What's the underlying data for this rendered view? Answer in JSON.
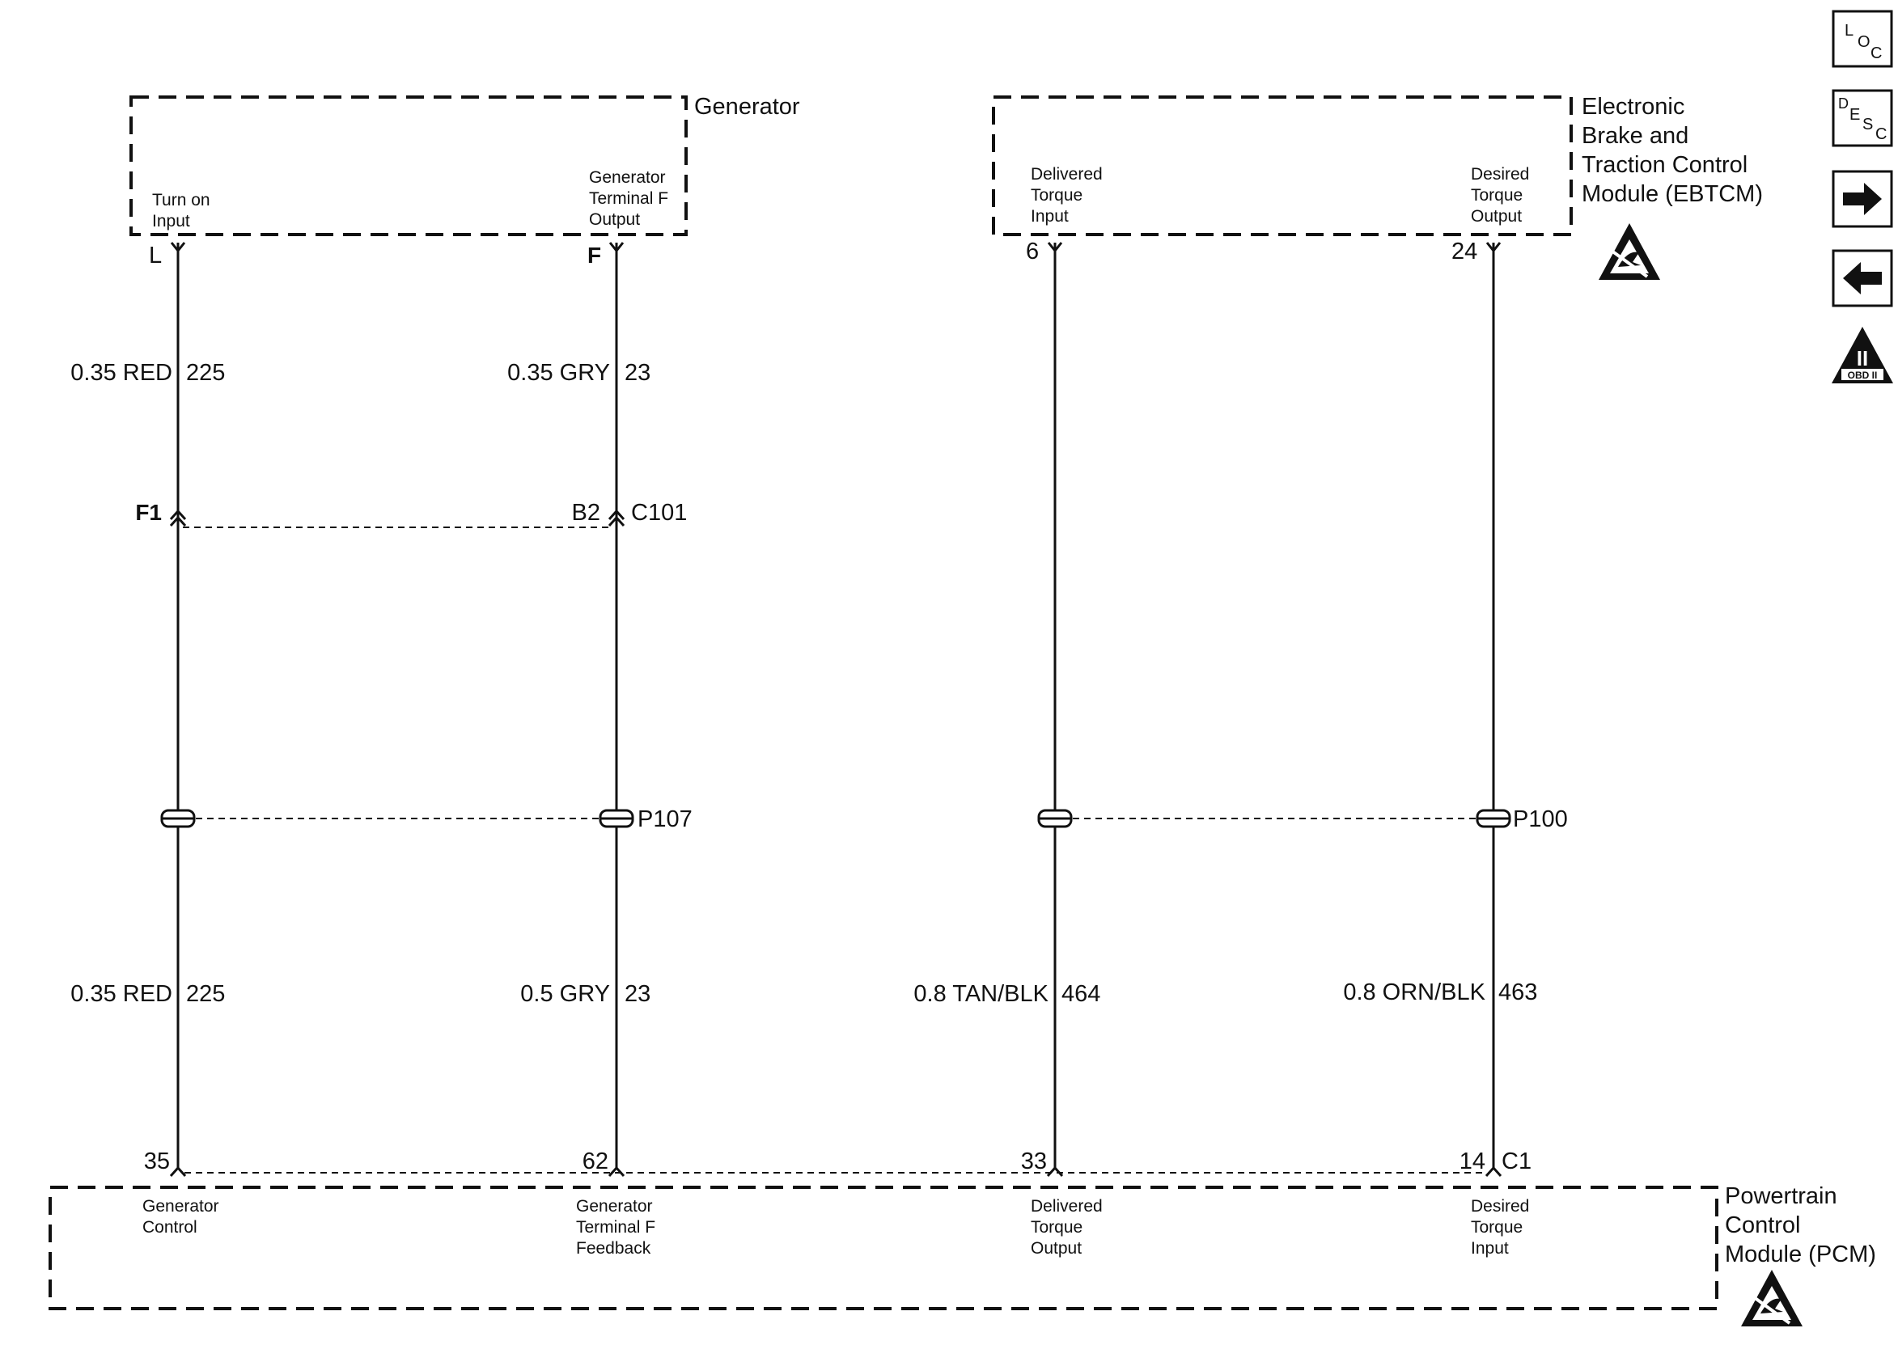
{
  "components": {
    "generator": {
      "name": "Generator"
    },
    "ebtcm": {
      "name_lines": [
        "Electronic",
        "Brake and",
        "Traction Control",
        "Module (EBTCM)"
      ]
    },
    "pcm": {
      "name_lines": [
        "Powertrain",
        "Control",
        "Module (PCM)"
      ]
    }
  },
  "generator_pins": {
    "turn_on": {
      "label": [
        "Turn on",
        "Input"
      ],
      "pin": "L"
    },
    "terminal_f": {
      "label": [
        "Generator",
        "Terminal F",
        "Output"
      ],
      "pin": "F"
    }
  },
  "ebtcm_pins": {
    "delivered": {
      "label": [
        "Delivered",
        "Torque",
        "Input"
      ],
      "pin": "6"
    },
    "desired": {
      "label": [
        "Desired",
        "Torque",
        "Output"
      ],
      "pin": "24"
    }
  },
  "pcm_pins": {
    "gen_control": {
      "label": [
        "Generator",
        "Control"
      ],
      "pin": "35"
    },
    "gen_feedback": {
      "label": [
        "Generator",
        "Terminal F",
        "Feedback"
      ],
      "pin": "62"
    },
    "delivered": {
      "label": [
        "Delivered",
        "Torque",
        "Output"
      ],
      "pin": "33"
    },
    "desired": {
      "label": [
        "Desired",
        "Torque",
        "Input"
      ],
      "pin": "14"
    },
    "connector": "C1"
  },
  "wires_upper": {
    "w1": {
      "spec": "0.35 RED",
      "circuit": "225"
    },
    "w2": {
      "spec": "0.35 GRY",
      "circuit": "23"
    }
  },
  "wires_lower": {
    "w1": {
      "spec": "0.35 RED",
      "circuit": "225"
    },
    "w2": {
      "spec": "0.5 GRY",
      "circuit": "23"
    },
    "w3": {
      "spec": "0.8 TAN/BLK",
      "circuit": "464"
    },
    "w4": {
      "spec": "0.8 ORN/BLK",
      "circuit": "463"
    }
  },
  "connectors": {
    "c101": {
      "name": "C101",
      "pin_left": "F1",
      "pin_right": "B2"
    },
    "p107": {
      "name": "P107"
    },
    "p100": {
      "name": "P100"
    }
  },
  "nav": {
    "loc": [
      "L",
      "O",
      "C"
    ],
    "desc": [
      "D",
      "E",
      "S",
      "C"
    ],
    "obd": {
      "numeral": "II",
      "text": "OBD II"
    }
  }
}
